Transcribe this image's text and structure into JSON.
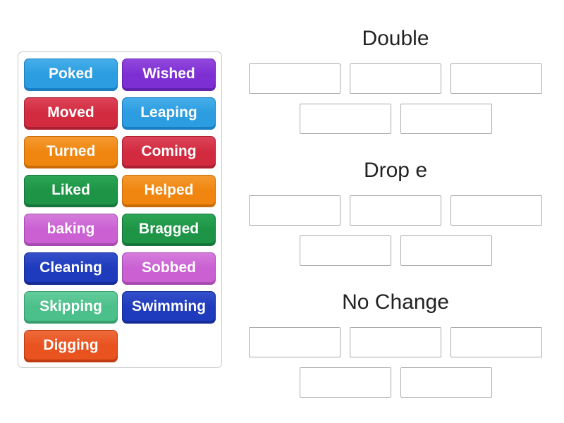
{
  "activity": {
    "type": "group-sort",
    "text_color": "#222222",
    "slot_border_color": "#a9a9a9",
    "panel_border_color": "#c9c9c9",
    "tile_text_color": "#ffffff"
  },
  "palette": {
    "blue": {
      "light": "#46aeea",
      "base": "#2b9de0",
      "dark": "#1a7fc2"
    },
    "purple": {
      "light": "#9148de",
      "base": "#7e2fd3",
      "dark": "#6423af"
    },
    "red": {
      "light": "#dc4458",
      "base": "#d22b40",
      "dark": "#ab1f32"
    },
    "orange": {
      "light": "#f49a31",
      "base": "#f0860f",
      "dark": "#c96c08"
    },
    "green": {
      "light": "#2ba654",
      "base": "#1e9447",
      "dark": "#15753a"
    },
    "orchid": {
      "light": "#d57ddc",
      "base": "#ca60d2",
      "dark": "#a74bb0"
    },
    "darkblue": {
      "light": "#3350c9",
      "base": "#1f3bbd",
      "dark": "#152c98"
    },
    "seagreen": {
      "light": "#64cc9c",
      "base": "#4cc08a",
      "dark": "#379e6e"
    },
    "orangered": {
      "light": "#ee6b3c",
      "base": "#e8531f",
      "dark": "#c03c12"
    }
  },
  "word_bank": {
    "tiles": [
      {
        "label": "Poked",
        "color": "blue"
      },
      {
        "label": "Wished",
        "color": "purple"
      },
      {
        "label": "Moved",
        "color": "red"
      },
      {
        "label": "Leaping",
        "color": "blue"
      },
      {
        "label": "Turned",
        "color": "orange"
      },
      {
        "label": "Coming",
        "color": "red"
      },
      {
        "label": "Liked",
        "color": "green"
      },
      {
        "label": "Helped",
        "color": "orange"
      },
      {
        "label": "baking",
        "color": "orchid"
      },
      {
        "label": "Bragged",
        "color": "green"
      },
      {
        "label": "Cleaning",
        "color": "darkblue"
      },
      {
        "label": "Sobbed",
        "color": "orchid"
      },
      {
        "label": "Skipping",
        "color": "seagreen"
      },
      {
        "label": "Swimming",
        "color": "darkblue"
      },
      {
        "label": "Digging",
        "color": "orangered"
      }
    ]
  },
  "groups": [
    {
      "title": "Double",
      "slot_rows": [
        3,
        2
      ]
    },
    {
      "title": "Drop e",
      "slot_rows": [
        3,
        2
      ]
    },
    {
      "title": "No Change",
      "slot_rows": [
        3,
        2
      ]
    }
  ]
}
